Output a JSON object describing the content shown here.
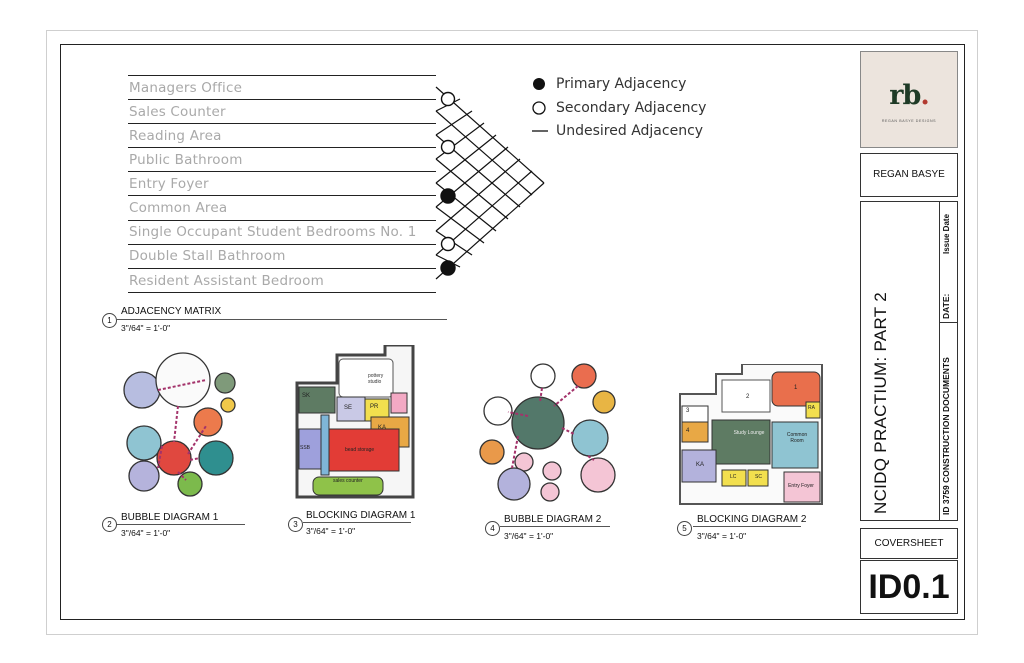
{
  "matrix": {
    "rooms": [
      "Managers Office",
      "Sales Counter",
      "Reading Area",
      "Public Bathroom",
      "Entry Foyer",
      "Common Area",
      "Single Occupant Student Bedrooms No. 1",
      "Double Stall Bathroom",
      "Resident Assistant Bedroom"
    ],
    "legend": {
      "primary": "Primary Adjacency",
      "secondary": "Secondary Adjacency",
      "undesired": "Undesired Adjacency"
    }
  },
  "drawings": [
    {
      "num": "1",
      "title": "ADJACENCY MATRIX",
      "scale": "3\"/64\" = 1'-0\""
    },
    {
      "num": "2",
      "title": "BUBBLE DIAGRAM 1",
      "scale": "3\"/64\" = 1'-0\""
    },
    {
      "num": "3",
      "title": "BLOCKING DIAGRAM 1",
      "scale": "3\"/64\" = 1'-0\""
    },
    {
      "num": "4",
      "title": "BUBBLE DIAGRAM 2",
      "scale": "3\"/64\" = 1'-0\""
    },
    {
      "num": "5",
      "title": "BLOCKING DIAGRAM 2",
      "scale": "3\"/64\" = 1'-0\""
    }
  ],
  "block1": {
    "sk": "SK",
    "se": "SE",
    "pr": "PR",
    "ka": "KA",
    "ssr": "SSB",
    "pottery": "pottery studio",
    "bead": "bead storage",
    "sales": "sales counter"
  },
  "block2": {
    "n3": "3",
    "n4": "4",
    "n2": "2",
    "n1": "1",
    "ka": "KA",
    "ra": "RA",
    "lc": "LC",
    "sc": "SC",
    "study": "Study Lounge",
    "common": "Common Room",
    "entry": "Entry Foyer"
  },
  "titleblock": {
    "logo": "rb",
    "logo_dot": ".",
    "logo_sub": "REGAN BASYE DESIGNS",
    "designer": "REGAN BASYE",
    "project": "NCIDQ PRACTIUM: PART 2",
    "course": "ID 3759 CONSTRUCTION DOCUMENTS",
    "date_label": "DATE:",
    "issue_label": "Issue Date",
    "sheet_name": "COVERSHEET",
    "sheet_number": "ID0.1"
  },
  "colors": {
    "logo_bg": "#ece4dd",
    "logo_green": "#1e3a26",
    "logo_red": "#b23a30"
  }
}
